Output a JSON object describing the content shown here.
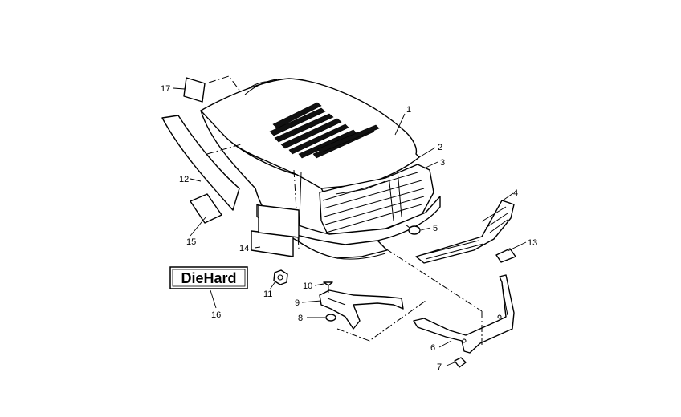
{
  "callouts": [
    {
      "id": "1",
      "label": "1"
    },
    {
      "id": "2",
      "label": "2"
    },
    {
      "id": "3",
      "label": "3"
    },
    {
      "id": "4",
      "label": "4"
    },
    {
      "id": "5",
      "label": "5"
    },
    {
      "id": "6",
      "label": "6"
    },
    {
      "id": "7",
      "label": "7"
    },
    {
      "id": "8",
      "label": "8"
    },
    {
      "id": "9",
      "label": "9"
    },
    {
      "id": "10",
      "label": "10"
    },
    {
      "id": "11",
      "label": "11"
    },
    {
      "id": "12",
      "label": "12"
    },
    {
      "id": "13",
      "label": "13"
    },
    {
      "id": "14",
      "label": "14"
    },
    {
      "id": "15",
      "label": "15"
    },
    {
      "id": "16",
      "label": "16"
    },
    {
      "id": "17",
      "label": "17"
    }
  ],
  "decal": {
    "brand_text": "DieHard"
  }
}
